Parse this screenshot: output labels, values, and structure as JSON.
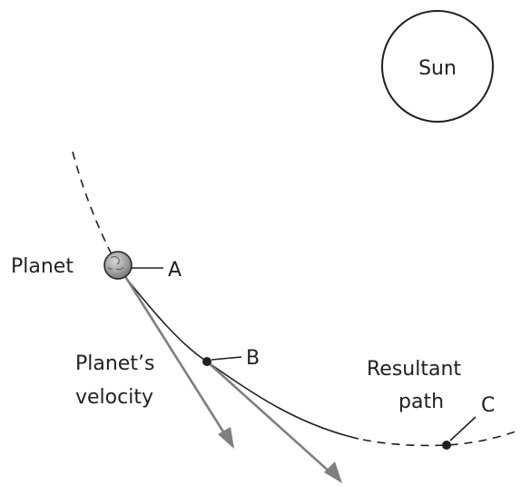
{
  "labels": {
    "sun": "Sun",
    "planet": "Planet",
    "point_a": "A",
    "point_b": "B",
    "point_c": "C",
    "velocity_line1": "Planet’s",
    "velocity_line2": "velocity",
    "path_line1": "Resultant",
    "path_line2": "path"
  },
  "colors": {
    "ink": "#231f20",
    "arrow": "#7f7f7f",
    "planet_fill": "#a0a0a0"
  }
}
